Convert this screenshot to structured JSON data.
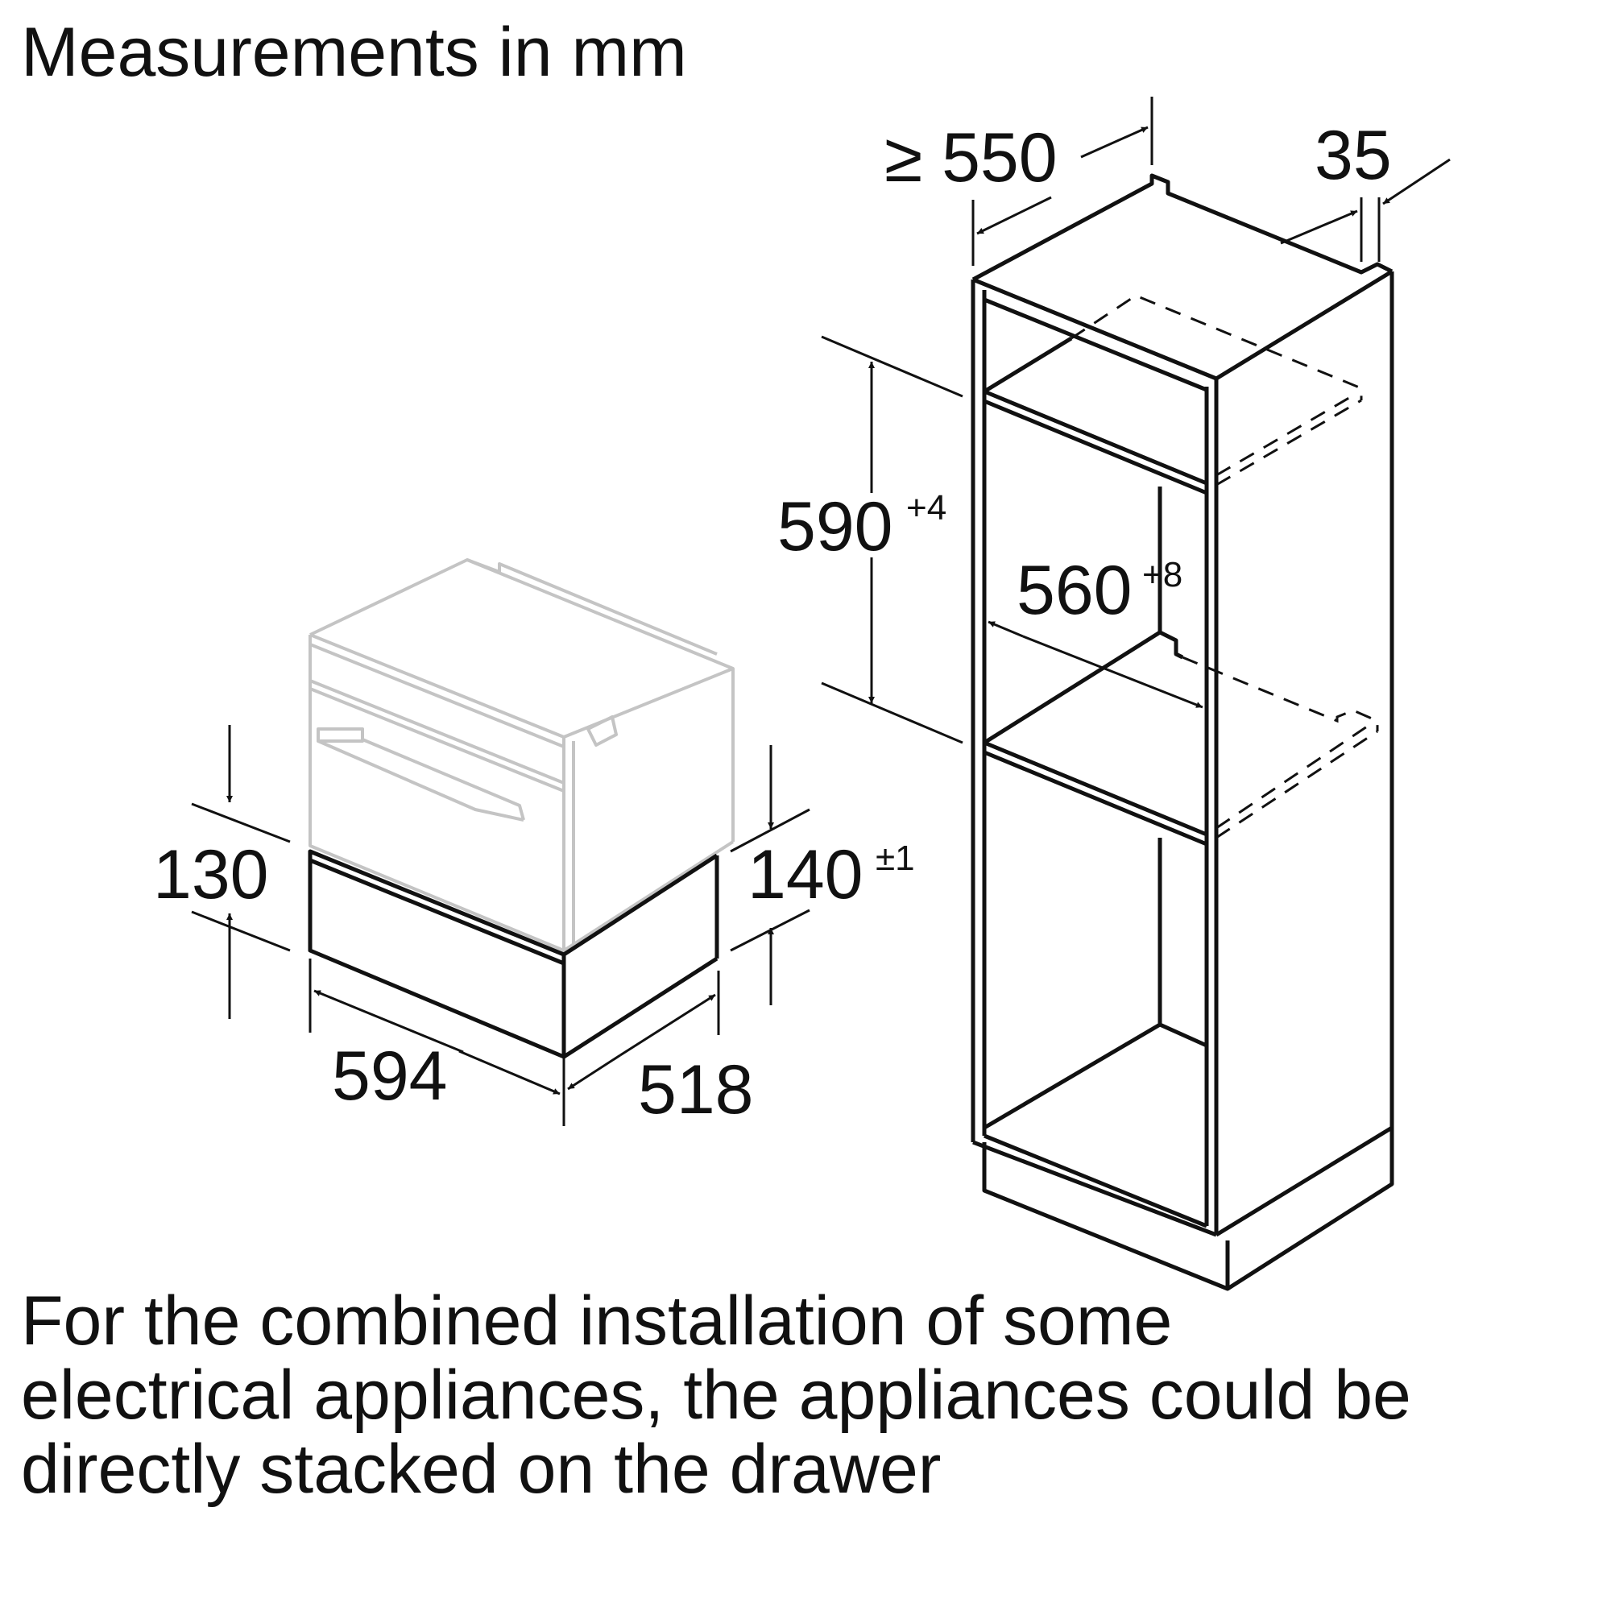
{
  "heading": "Measurements in mm",
  "dimensions": {
    "drawer_height": "130",
    "niche_height": "140",
    "niche_height_tol": "±1",
    "drawer_width": "594",
    "drawer_depth": "518",
    "cabinet_depth": "≥ 550",
    "back_gap": "35",
    "oven_niche_height": "590",
    "oven_niche_height_tol": "+4",
    "niche_width": "560",
    "niche_width_tol": "+8"
  },
  "note_lines": [
    "For the combined installation of some",
    "electrical appliances, the appliances could be",
    "directly stacked on the drawer"
  ]
}
